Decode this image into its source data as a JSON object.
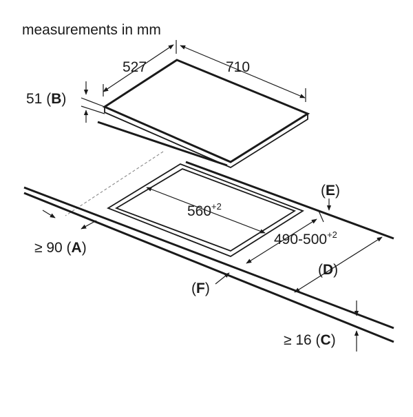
{
  "header": {
    "units_note": "measurements in mm"
  },
  "hob": {
    "depth": "527",
    "width": "710",
    "height_value": "51",
    "height_ref": "B"
  },
  "cutout": {
    "width_value": "560",
    "width_tol": "+2",
    "depth_value": "490-500",
    "depth_tol": "+2"
  },
  "clearances": {
    "A": {
      "value": "≥ 90",
      "ref": "A"
    },
    "C": {
      "value": "≥ 16",
      "ref": "C"
    },
    "D": {
      "ref": "D"
    },
    "E": {
      "ref": "E"
    },
    "F": {
      "ref": "F"
    }
  },
  "colors": {
    "ink": "#1a1a1a",
    "dashed": "#888888",
    "background": "#ffffff"
  }
}
